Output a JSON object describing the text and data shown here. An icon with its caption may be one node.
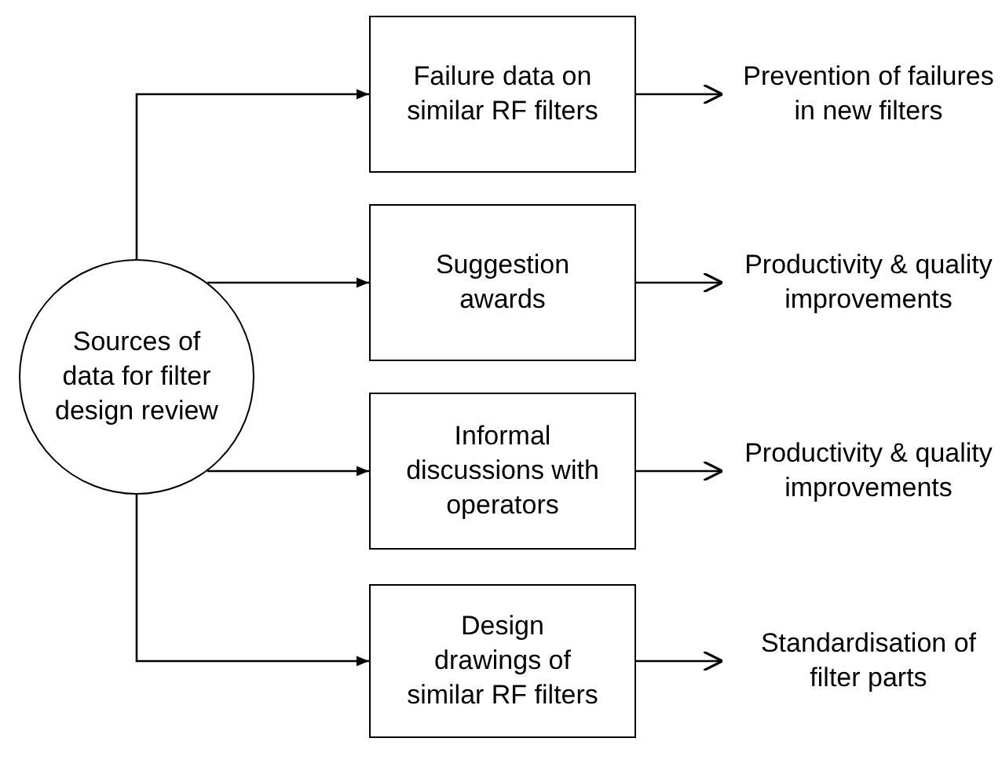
{
  "diagram": {
    "nodes": [
      {
        "text": [
          "Sources of data for filter design review"
        ]
      },
      {
        "text": [
          "Failure data on similar RF filters"
        ]
      },
      {
        "text": [
          "Suggestion awards"
        ]
      },
      {
        "text": [
          "Informal discussions with operators"
        ]
      },
      {
        "text": [
          "Design drawings of similar RF filters"
        ]
      },
      {
        "text": [
          "Prevention of failures in new filters"
        ]
      },
      {
        "text": [
          "Productivity & quality improvements"
        ]
      },
      {
        "text": [
          "Productivity & quality improvements"
        ]
      },
      {
        "text": [
          "Standardisation of filter parts"
        ]
      }
    ],
    "edges": [
      {
        "from": 0,
        "to": 1,
        "arrow": "to"
      },
      {
        "from": 0,
        "to": 2,
        "arrow": "to"
      },
      {
        "from": 0,
        "to": 3,
        "arrow": "to"
      },
      {
        "from": 0,
        "to": 4,
        "arrow": "to"
      },
      {
        "from": 1,
        "to": 5,
        "arrow": "to"
      },
      {
        "from": 2,
        "to": 6,
        "arrow": "to"
      },
      {
        "from": 3,
        "to": 7,
        "arrow": "to"
      },
      {
        "from": 4,
        "to": 8,
        "arrow": "to"
      }
    ]
  }
}
